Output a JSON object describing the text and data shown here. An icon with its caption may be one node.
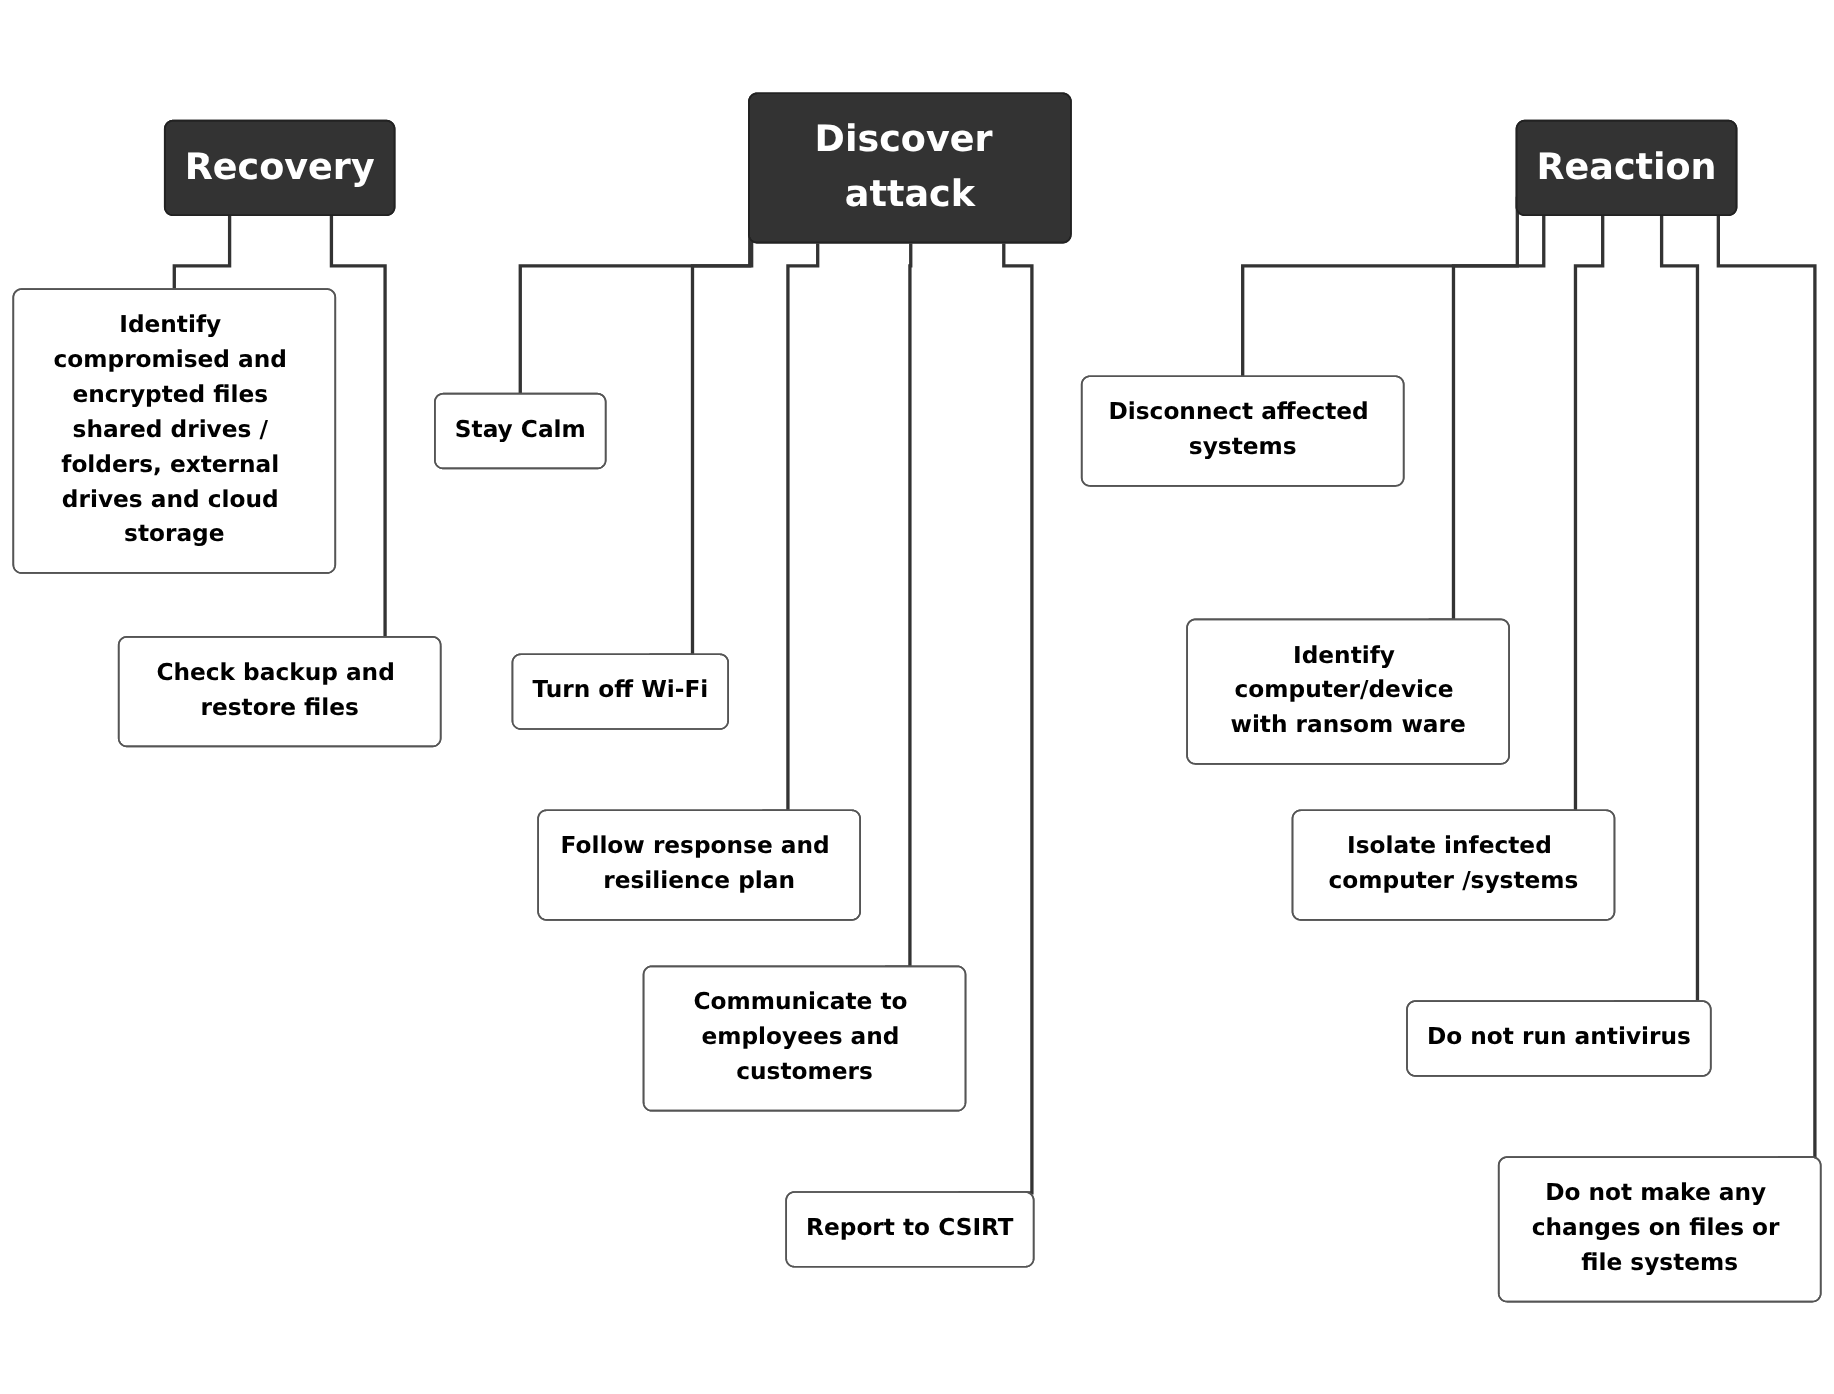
{
  "diagram": {
    "nodes": [
      {
        "text": [
          "Discover attack"
        ]
      },
      {
        "text": [
          "Stay Calm"
        ]
      },
      {
        "text": [
          "Turn off Wi-Fi"
        ]
      },
      {
        "text": [
          "Follow response and resilience plan"
        ]
      },
      {
        "text": [
          "Communicate to employees and customers"
        ]
      },
      {
        "text": [
          "Report to CSIRT"
        ]
      },
      {
        "text": [
          "Reaction"
        ]
      },
      {
        "text": [
          "Disconnect affected systems"
        ]
      },
      {
        "text": [
          "Identify computer/device with ransom ware"
        ]
      },
      {
        "text": [
          "Isolate infected computer /systems"
        ]
      },
      {
        "text": [
          "Do not run antivirus"
        ]
      },
      {
        "text": [
          "Do not make any changes on files or file systems"
        ]
      },
      {
        "text": [
          "Recovery"
        ]
      },
      {
        "text": [
          "Identify compromised and encrypted files shared drives / folders, external drives and cloud storage"
        ]
      },
      {
        "text": [
          "Check backup and restore files"
        ]
      }
    ],
    "edges": [
      {
        "from": 0,
        "to": 1,
        "arrow": "none"
      },
      {
        "from": 0,
        "to": 2,
        "arrow": "none"
      },
      {
        "from": 0,
        "to": 3,
        "arrow": "none"
      },
      {
        "from": 0,
        "to": 4,
        "arrow": "none"
      },
      {
        "from": 0,
        "to": 5,
        "arrow": "none"
      },
      {
        "from": 6,
        "to": 7,
        "arrow": "none"
      },
      {
        "from": 6,
        "to": 8,
        "arrow": "none"
      },
      {
        "from": 6,
        "to": 9,
        "arrow": "none"
      },
      {
        "from": 6,
        "to": 10,
        "arrow": "none"
      },
      {
        "from": 6,
        "to": 11,
        "arrow": "none"
      },
      {
        "from": 12,
        "to": 13,
        "arrow": "none"
      },
      {
        "from": 12,
        "to": 14,
        "arrow": "none"
      }
    ]
  }
}
